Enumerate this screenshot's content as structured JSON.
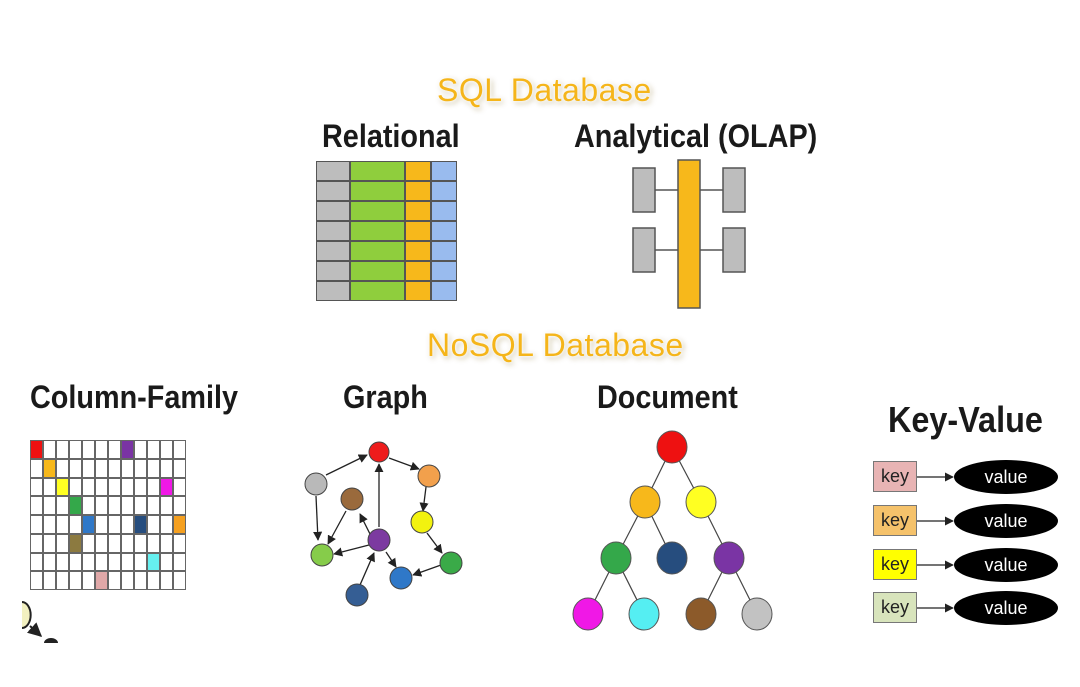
{
  "sql": {
    "title": "SQL Database",
    "relational_label": "Relational",
    "analytical_label": "Analytical  (OLAP)"
  },
  "nosql": {
    "title": "NoSQL Database",
    "column_family_label": "Column-Family",
    "graph_label": "Graph",
    "document_label": "Document",
    "key_value_label": "Key-Value",
    "key_value_pairs": [
      {
        "key": "key",
        "value": "value",
        "key_color": "#e8b4b4"
      },
      {
        "key": "key",
        "value": "value",
        "key_color": "#f5c26b"
      },
      {
        "key": "key",
        "value": "value",
        "key_color": "#ffff00"
      },
      {
        "key": "key",
        "value": "value",
        "key_color": "#d8e4bc"
      }
    ]
  },
  "colors": {
    "accent_orange": "#f5b51a",
    "table_gray": "#bdbdbd",
    "table_green": "#8fce3d",
    "table_orange": "#f7b81b",
    "table_blue": "#99bbee"
  }
}
